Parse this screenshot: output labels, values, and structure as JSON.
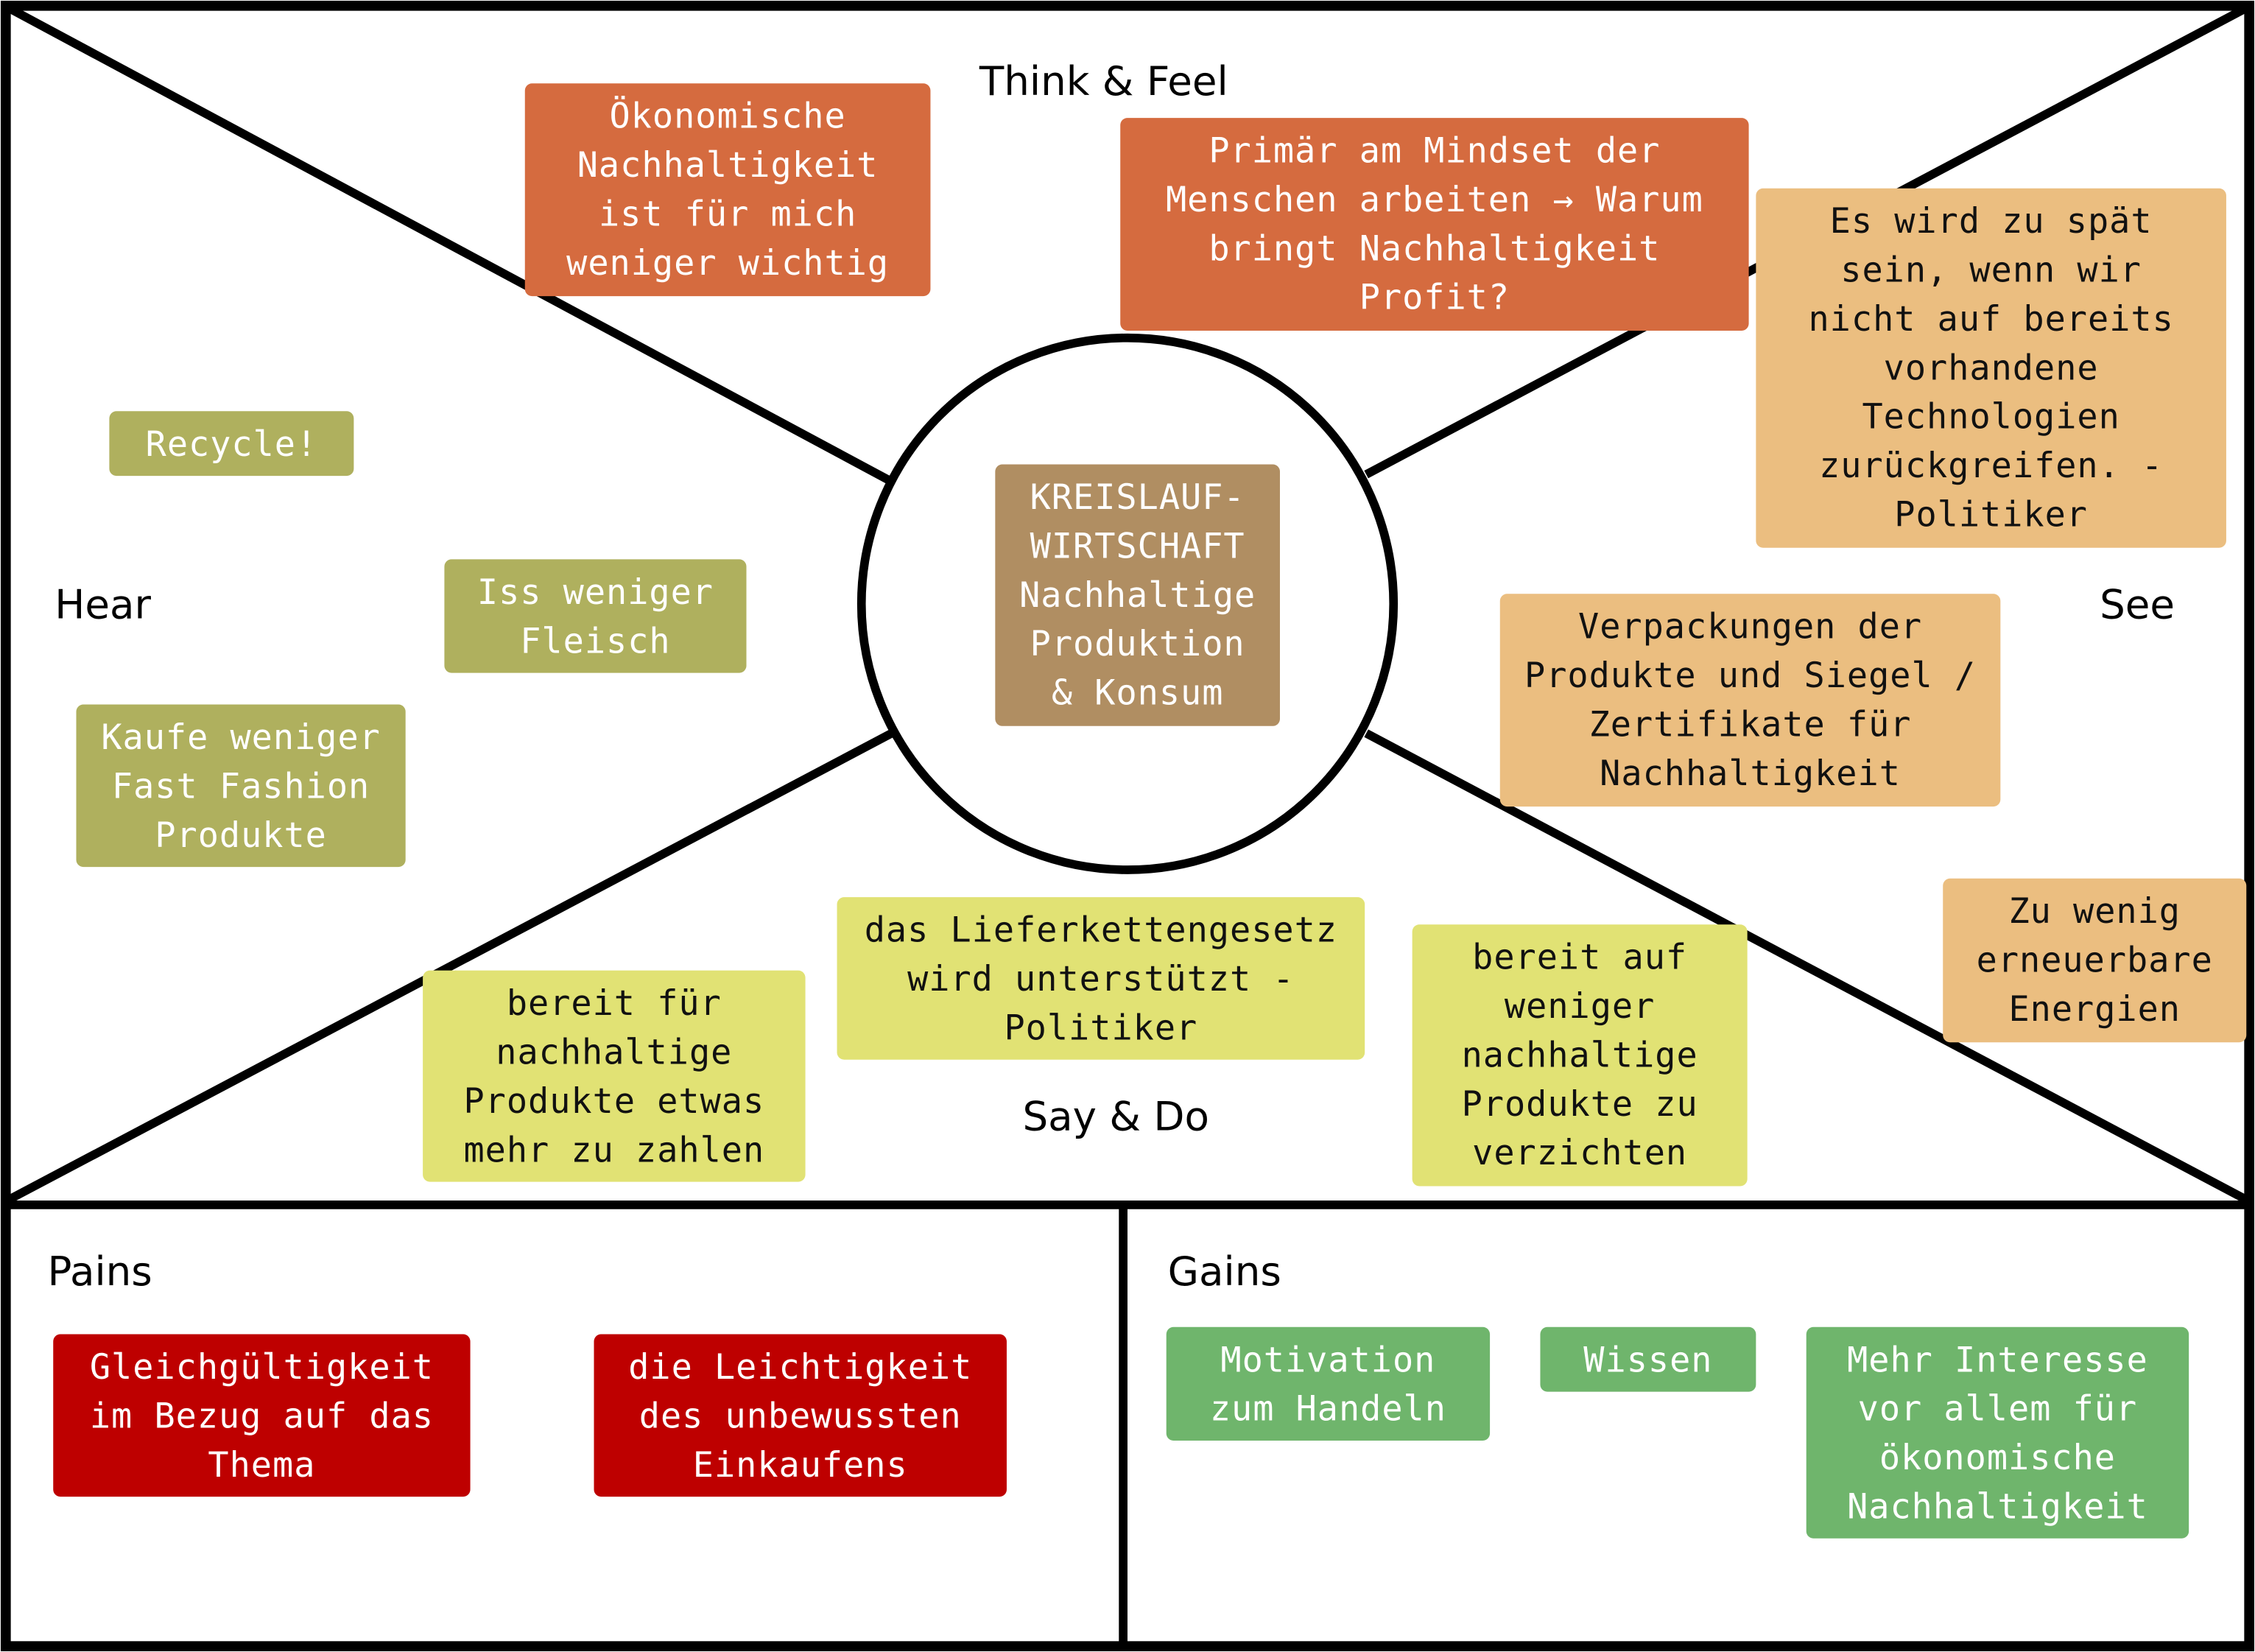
{
  "labels": {
    "think_feel": "Think & Feel",
    "hear": "Hear",
    "see": "See",
    "say_do": "Say & Do",
    "pains": "Pains",
    "gains": "Gains"
  },
  "center": "KREISLAUF-\nWIRTSCHAFT\nNachhaltige\nProduktion\n& Konsum",
  "think_feel": [
    "Ökonomische\nNachhaltigkeit\nist für mich\nweniger wichtig",
    "Primär am Mindset der\nMenschen arbeiten → Warum\nbringt Nachhaltigkeit\nProfit?"
  ],
  "hear": [
    "Recycle!",
    "Iss weniger\nFleisch",
    "Kaufe weniger\nFast Fashion\nProdukte"
  ],
  "see": [
    "Es wird zu spät\nsein, wenn wir\nnicht auf bereits\nvorhandene\nTechnologien\nzurückgreifen. -\nPolitiker",
    "Verpackungen der\nProdukte und Siegel /\nZertifikate für\nNachhaltigkeit",
    "Zu wenig\nerneuerbare\nEnergien"
  ],
  "say_do": [
    "bereit für\nnachhaltige\nProdukte etwas\nmehr zu zahlen",
    "das Lieferkettengesetz\nwird unterstützt -\nPolitiker",
    "bereit auf\nweniger\nnachhaltige\nProdukte zu\nverzichten"
  ],
  "pains": [
    "Gleichgültigkeit\nim Bezug auf das\nThema",
    "die Leichtigkeit\ndes unbewussten\nEinkaufens"
  ],
  "gains": [
    "Motivation\nzum Handeln",
    "Wissen",
    "Mehr Interesse\nvor allem für\nökonomische\nNachhaltigkeit"
  ],
  "colors": {
    "think": "#D56B3F",
    "see": "#EBBE80",
    "hear": "#AFB05E",
    "center": "#B08E62",
    "say": "#E1E274",
    "pains": "#BE0000",
    "gains": "#6FB56C"
  }
}
